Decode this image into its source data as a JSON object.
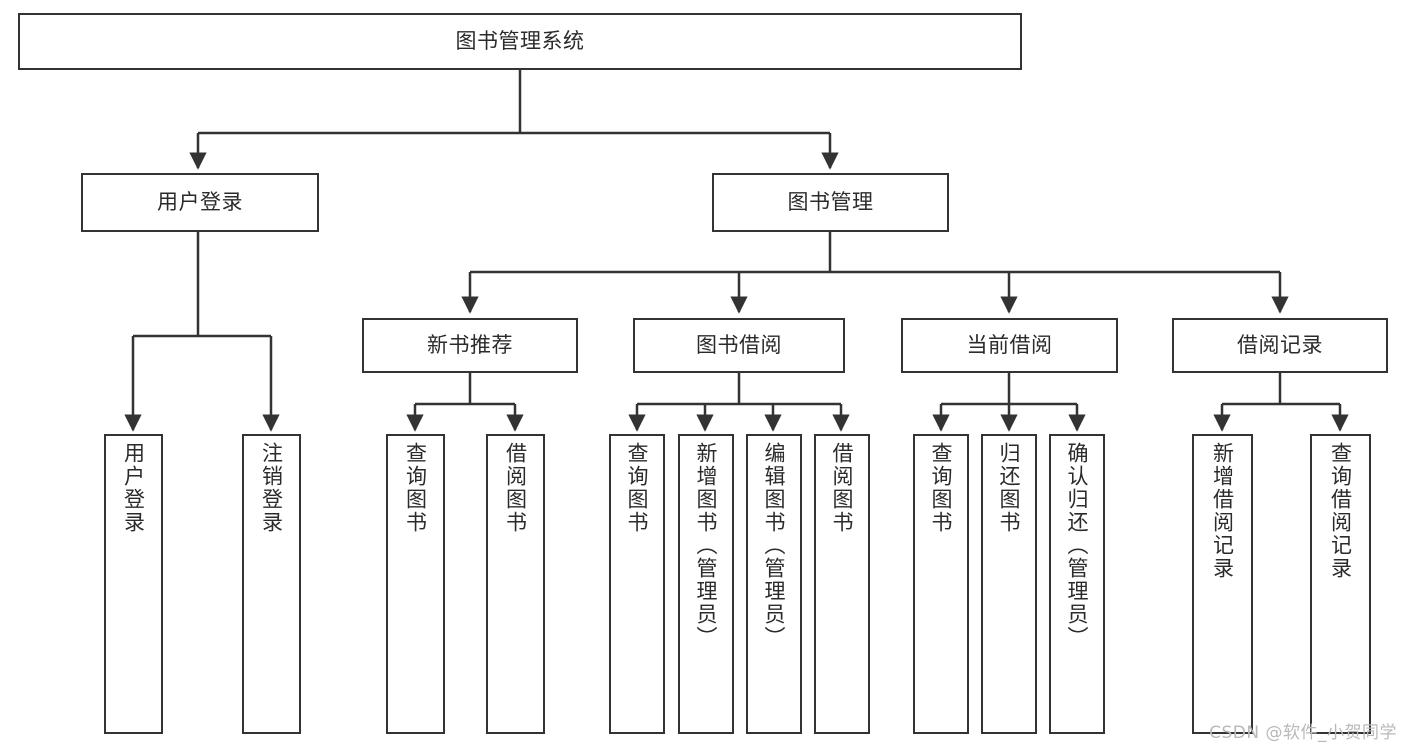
{
  "diagram": {
    "title": "图书管理系统",
    "type": "tree-hierarchy-diagram",
    "colors": {
      "box_border": "#333333",
      "box_fill": "#ffffff",
      "connector": "#333333",
      "text": "#2b2b2b",
      "watermark": "#b9b9b9",
      "background": "#ffffff"
    },
    "root": {
      "label": "图书管理系统"
    },
    "level2": [
      {
        "label": "用户登录"
      },
      {
        "label": "图书管理"
      }
    ],
    "level3": [
      {
        "label": "新书推荐"
      },
      {
        "label": "图书借阅"
      },
      {
        "label": "当前借阅"
      },
      {
        "label": "借阅记录"
      }
    ],
    "leaves": {
      "user_login": [
        {
          "label": "用户登录"
        },
        {
          "label": "注销登录"
        }
      ],
      "new_book_recommend": [
        {
          "label": "查询图书"
        },
        {
          "label": "借阅图书"
        }
      ],
      "book_borrow": [
        {
          "label": "查询图书"
        },
        {
          "label": "新增图书（管理员）"
        },
        {
          "label": "编辑图书（管理员）"
        },
        {
          "label": "借阅图书"
        }
      ],
      "current_borrow": [
        {
          "label": "查询图书"
        },
        {
          "label": "归还图书"
        },
        {
          "label": "确认归还（管理员）"
        }
      ],
      "borrow_record": [
        {
          "label": "新增借阅记录"
        },
        {
          "label": "查询借阅记录"
        }
      ]
    }
  },
  "watermark": {
    "text": "CSDN @软件_小贺同学"
  }
}
